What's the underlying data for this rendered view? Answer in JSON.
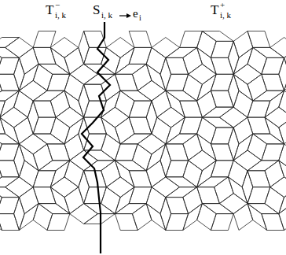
{
  "diagram": {
    "labels": [
      "T",
      "−",
      "i, k",
      "S",
      "i, k",
      "e",
      "i",
      "T",
      "+",
      "i, k"
    ]
  }
}
